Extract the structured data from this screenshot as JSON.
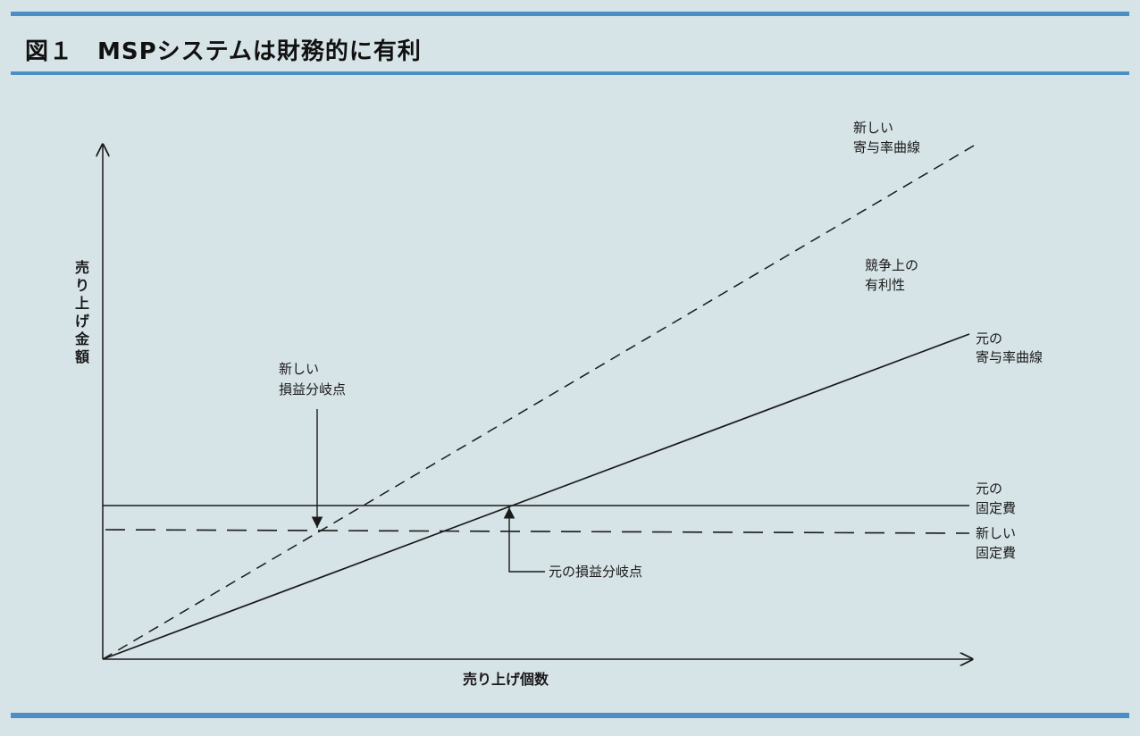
{
  "figure": {
    "title": "図１　MSPシステムは財務的に有利"
  },
  "axes": {
    "y_label": [
      "売",
      "り",
      "上",
      "げ",
      "金",
      "額"
    ],
    "x_label": "売り上げ個数"
  },
  "labels": {
    "new_contribution": [
      "新しい",
      "寄与率曲線"
    ],
    "competitive_advantage": [
      "競争上の",
      "有利性"
    ],
    "old_contribution": [
      "元の",
      "寄与率曲線"
    ],
    "old_fixed_cost": [
      "元の",
      "固定費"
    ],
    "new_fixed_cost": [
      "新しい",
      "固定費"
    ],
    "new_break_even": [
      "新しい",
      "損益分岐点"
    ],
    "old_break_even": "元の損益分岐点"
  },
  "colors": {
    "background": "#d6e3e7",
    "rule": "#4b8fc6",
    "ink": "#1a1a1a"
  }
}
